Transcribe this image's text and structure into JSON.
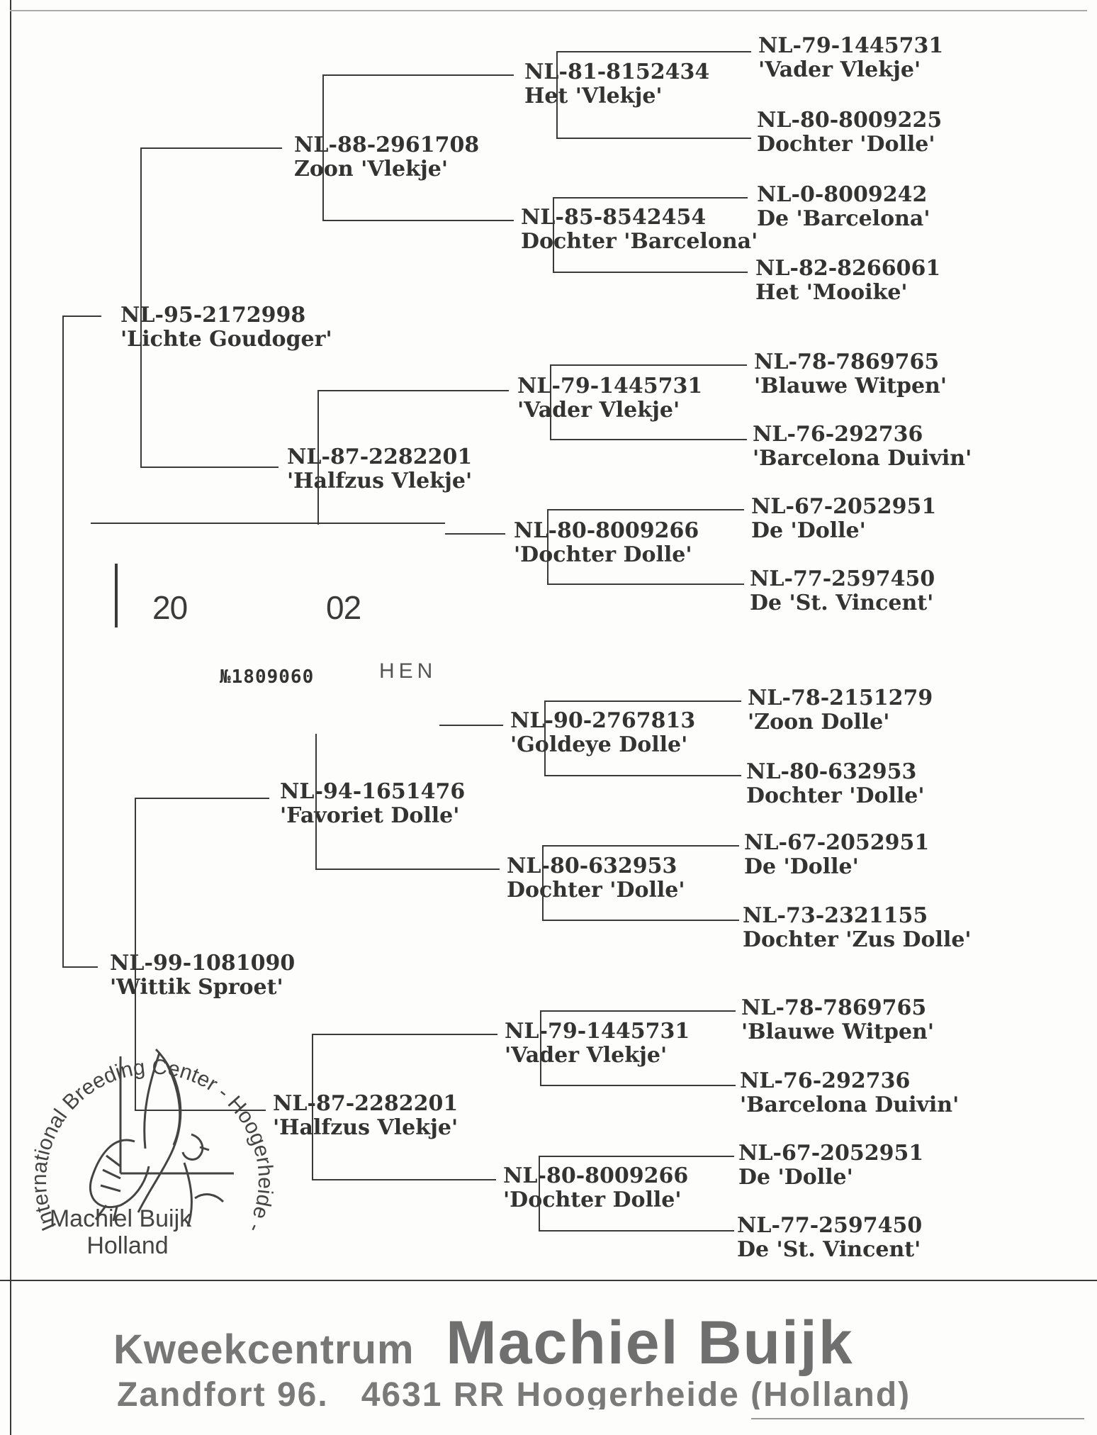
{
  "pedigree": {
    "subject": {
      "year_left": "20",
      "year_right": "02",
      "serial": "№1809060",
      "sex_note": "HEN"
    },
    "sire": {
      "ring": "NL-95-2172998",
      "name": "'Lichte Goudoger'"
    },
    "sire_sire": {
      "ring": "NL-88-2961708",
      "name": "Zoon 'Vlekje'"
    },
    "sire_sire_sire": {
      "ring": "NL-81-8152434",
      "name": "Het 'Vlekje'"
    },
    "sss_sire": {
      "ring": "NL-79-1445731",
      "name": "'Vader Vlekje'"
    },
    "sss_dam": {
      "ring": "NL-80-8009225",
      "name": "Dochter 'Dolle'"
    },
    "sire_sire_dam": {
      "ring": "NL-85-8542454",
      "name": "Dochter 'Barcelona'"
    },
    "ssd_sire": {
      "ring": "NL-0-8009242",
      "name": "De 'Barcelona'"
    },
    "ssd_dam": {
      "ring": "NL-82-8266061",
      "name": "Het 'Mooike'"
    },
    "sire_dam": {
      "ring": "NL-87-2282201",
      "name": "'Halfzus Vlekje'"
    },
    "sire_dam_sire": {
      "ring": "NL-79-1445731",
      "name": "'Vader Vlekje'"
    },
    "sds_sire": {
      "ring": "NL-78-7869765",
      "name": "'Blauwe Witpen'"
    },
    "sds_dam": {
      "ring": "NL-76-292736",
      "name": "'Barcelona Duivin'"
    },
    "sire_dam_dam": {
      "ring": "NL-80-8009266",
      "name": "'Dochter Dolle'"
    },
    "sdd_sire": {
      "ring": "NL-67-2052951",
      "name": "De 'Dolle'"
    },
    "sdd_dam": {
      "ring": "NL-77-2597450",
      "name": "De 'St. Vincent'"
    },
    "dam": {
      "ring": "NL-99-1081090",
      "name": "'Wittik Sproet'"
    },
    "dam_sire": {
      "ring": "NL-94-1651476",
      "name": "'Favoriet Dolle'"
    },
    "dam_sire_sire": {
      "ring": "NL-90-2767813",
      "name": "'Goldeye Dolle'"
    },
    "dss_sire": {
      "ring": "NL-78-2151279",
      "name": "'Zoon Dolle'"
    },
    "dss_dam": {
      "ring": "NL-80-632953",
      "name": "Dochter 'Dolle'"
    },
    "dam_sire_dam": {
      "ring": "NL-80-632953",
      "name": "Dochter 'Dolle'"
    },
    "dsd_sire": {
      "ring": "NL-67-2052951",
      "name": "De 'Dolle'"
    },
    "dsd_dam": {
      "ring": "NL-73-2321155",
      "name": "Dochter 'Zus Dolle'"
    },
    "dam_dam": {
      "ring": "NL-87-2282201",
      "name": "'Halfzus Vlekje'"
    },
    "dam_dam_sire": {
      "ring": "NL-79-1445731",
      "name": "'Vader Vlekje'"
    },
    "dds_sire": {
      "ring": "NL-78-7869765",
      "name": "'Blauwe Witpen'"
    },
    "dds_dam": {
      "ring": "NL-76-292736",
      "name": "'Barcelona Duivin'"
    },
    "dam_dam_dam": {
      "ring": "NL-80-8009266",
      "name": "'Dochter Dolle'"
    },
    "ddd_sire": {
      "ring": "NL-67-2052951",
      "name": "De 'Dolle'"
    },
    "ddd_dam": {
      "ring": "NL-77-2597450",
      "name": "De 'St. Vincent'"
    }
  },
  "logo": {
    "ring_text": "International Breeding Center - Hoogerheide - Holland",
    "center_line1": "Machiel Buijk",
    "center_line2": "Holland",
    "icon": "eagle-icon"
  },
  "footer": {
    "label": "Kweekcentrum",
    "brand": "Machiel Buijk",
    "address": "Zandfort 96.   4631 RR Hoogerheide (Holland)"
  },
  "colors": {
    "ink": "#333333",
    "footer_gray": "#777777"
  }
}
